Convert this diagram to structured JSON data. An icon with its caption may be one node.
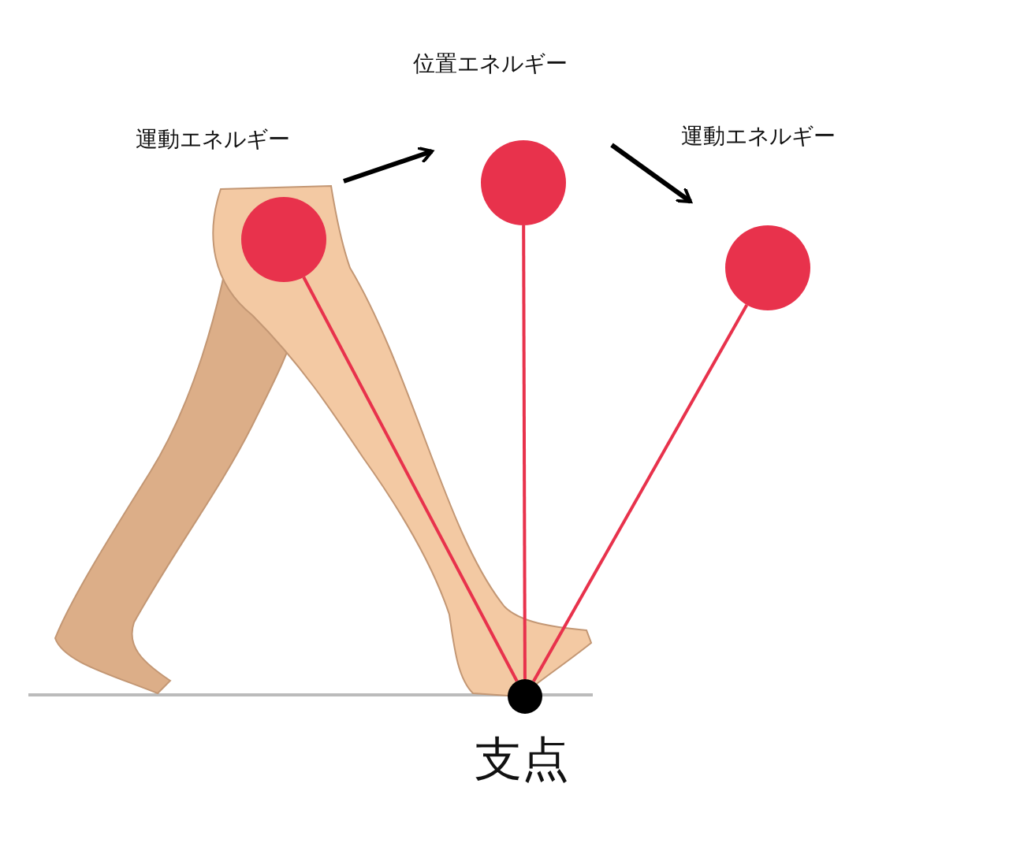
{
  "diagram": {
    "nodes": [
      {
        "text": [],
        "shape": "circle"
      },
      {
        "text": [],
        "shape": "circle"
      },
      {
        "text": [],
        "shape": "circle"
      },
      {
        "text": [],
        "shape": "circle",
        "beside": [
          "支点"
        ]
      }
    ],
    "edges": [
      {
        "from": 3,
        "to": 0,
        "arrow": "none"
      },
      {
        "from": 3,
        "to": 1,
        "arrow": "none"
      },
      {
        "from": 3,
        "to": 2,
        "arrow": "none"
      }
    ],
    "labels": [
      "位置エネルギー",
      "運動エネルギー",
      "運動エネルギー"
    ]
  }
}
